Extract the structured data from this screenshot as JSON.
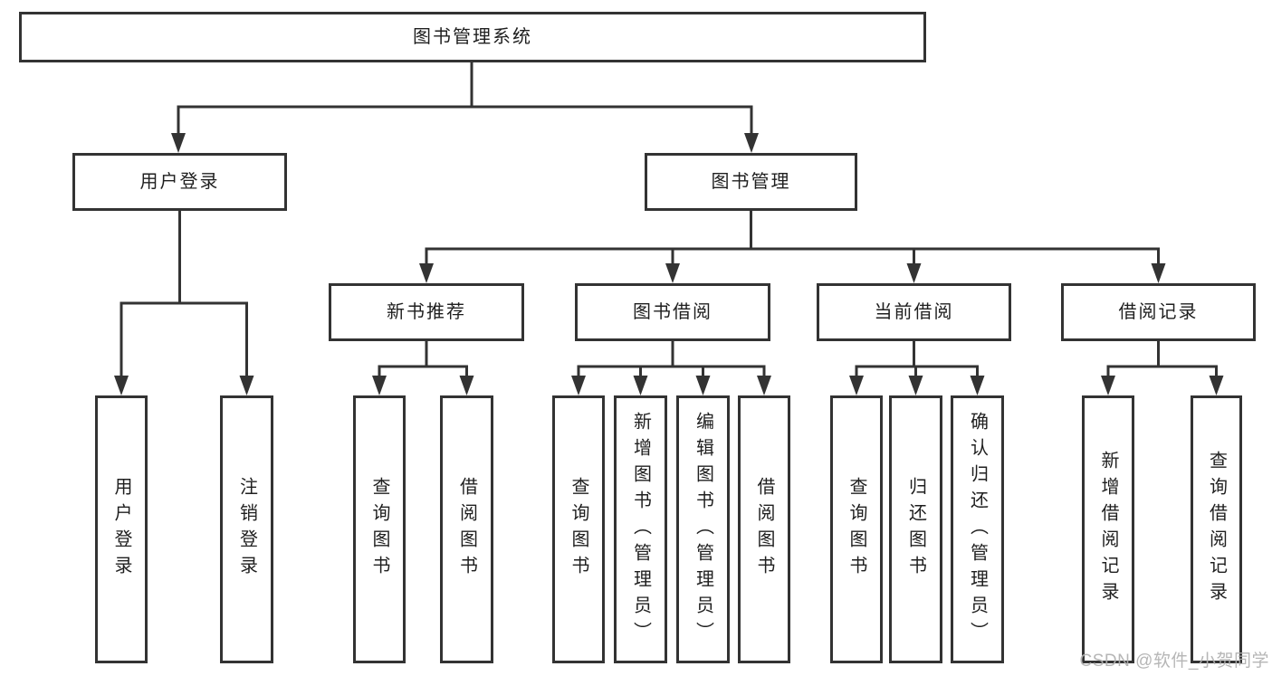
{
  "diagram": {
    "type": "hierarchy-org-chart",
    "title": "图书管理系统",
    "watermark": "CSDN @软件_小贺同学"
  },
  "colors": {
    "line": "#333333",
    "text": "#1f1f1f",
    "box_background": "#ffffff",
    "page_background": "#ffffff",
    "watermark": "#b0b0b0"
  },
  "nodes": {
    "root": {
      "label": "图书管理系统"
    },
    "user_login": {
      "label": "用户登录",
      "children": {
        "login": {
          "label": "用户登录"
        },
        "logout": {
          "label": "注销登录"
        }
      }
    },
    "book_mgmt": {
      "label": "图书管理",
      "children": {
        "new_book_rec": {
          "label": "新书推荐",
          "children": {
            "query_book": {
              "label": "查询图书"
            },
            "borrow_book": {
              "label": "借阅图书"
            }
          }
        },
        "book_borrow": {
          "label": "图书借阅",
          "children": {
            "query_book": {
              "label": "查询图书"
            },
            "add_book": {
              "label": "新增图书（管理员）"
            },
            "edit_book": {
              "label": "编辑图书（管理员）"
            },
            "borrow_book": {
              "label": "借阅图书"
            }
          }
        },
        "current_borrow": {
          "label": "当前借阅",
          "children": {
            "query_book": {
              "label": "查询图书"
            },
            "return_book": {
              "label": "归还图书"
            },
            "confirm_return": {
              "label": "确认归还（管理员）"
            }
          }
        },
        "borrow_records": {
          "label": "借阅记录",
          "children": {
            "add_record": {
              "label": "新增借阅记录"
            },
            "query_record": {
              "label": "查询借阅记录"
            }
          }
        }
      }
    }
  }
}
